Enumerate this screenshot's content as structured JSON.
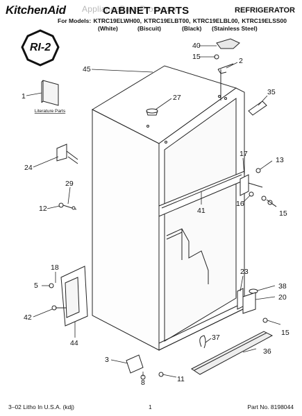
{
  "header": {
    "brand": "KitchenAid",
    "title": "CABINET PARTS",
    "category": "REFRIGERATOR",
    "watermark": "AppliancePartsPros.com",
    "models_prefix": "For Models:",
    "models": [
      "KTRC19ELWH00,",
      "KTRC19ELBT00,",
      "KTRC19ELBL00,",
      "KTRC19ELSS00"
    ],
    "colors": [
      "(White)",
      "(Biscuit)",
      "(Black)",
      "(Stainless Steel)"
    ]
  },
  "badge": {
    "text": "RI-2"
  },
  "literature": {
    "label": "Literature Parts"
  },
  "callouts": {
    "c40": "40",
    "c15a": "15",
    "c2": "2",
    "c45": "45",
    "c35": "35",
    "c1": "1",
    "c27": "27",
    "c17": "17",
    "c13": "13",
    "c24": "24",
    "c29": "29",
    "c12": "12",
    "c41": "41",
    "c16": "16",
    "c15b": "15",
    "c18": "18",
    "c5": "5",
    "c23": "23",
    "c38": "38",
    "c20": "20",
    "c42": "42",
    "c15c": "15",
    "c44": "44",
    "c37": "37",
    "c36": "36",
    "c3": "3",
    "c8": "8",
    "c11": "11"
  },
  "footer": {
    "litho": "3–02 Litho In U.S.A. (kdj)",
    "page": "1",
    "part_no": "Part No. 8198044"
  }
}
